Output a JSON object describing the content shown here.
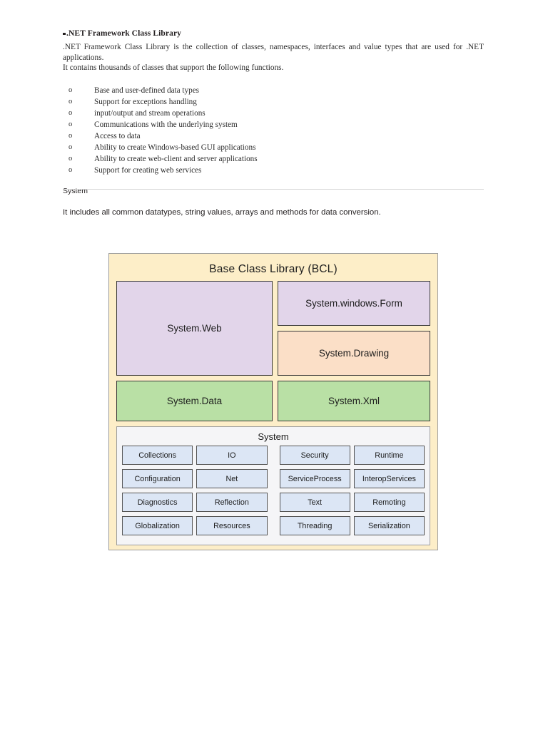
{
  "document": {
    "title": ".NET Framework Class Library",
    "intro_paragraph": ".NET Framework Class Library is the collection of classes, namespaces, interfaces and value types that are used for .NET applications.",
    "second_paragraph": "It contains thousands of classes that support the following functions.",
    "bullet_marker": "o",
    "features": [
      "Base and user-defined data types",
      "Support for exceptions handling",
      "input/output and stream operations",
      "Communications with the underlying system",
      "Access to data",
      "Ability to create Windows-based GUI applications",
      "Ability to create web-client and server applications",
      "Support for creating web services"
    ],
    "section": {
      "heading": "System",
      "body": "It includes all common datatypes, string values, arrays and methods for data conversion."
    }
  },
  "diagram": {
    "title": "Base Class Library (BCL)",
    "colors": {
      "panel_bg": "#FDEEC8",
      "panel_border": "#9D9D9D",
      "purple": "#E2D5EA",
      "peach": "#FBDFC7",
      "green": "#B9E0A5",
      "blue": "#DCE6F5",
      "system_panel_bg": "#F5F5F7",
      "box_border": "#3A3A3A"
    },
    "boxes": {
      "web": "System.Web",
      "windows_form": "System.windows.Form",
      "drawing": "System.Drawing",
      "data": "System.Data",
      "xml": "System.Xml"
    },
    "system_panel": {
      "title": "System",
      "rows": [
        [
          "Collections",
          "IO",
          "Security",
          "Runtime"
        ],
        [
          "Configuration",
          "Net",
          "ServiceProcess",
          "InteropServices"
        ],
        [
          "Diagnostics",
          "Reflection",
          "Text",
          "Remoting"
        ],
        [
          "Globalization",
          "Resources",
          "Threading",
          "Serialization"
        ]
      ]
    }
  }
}
